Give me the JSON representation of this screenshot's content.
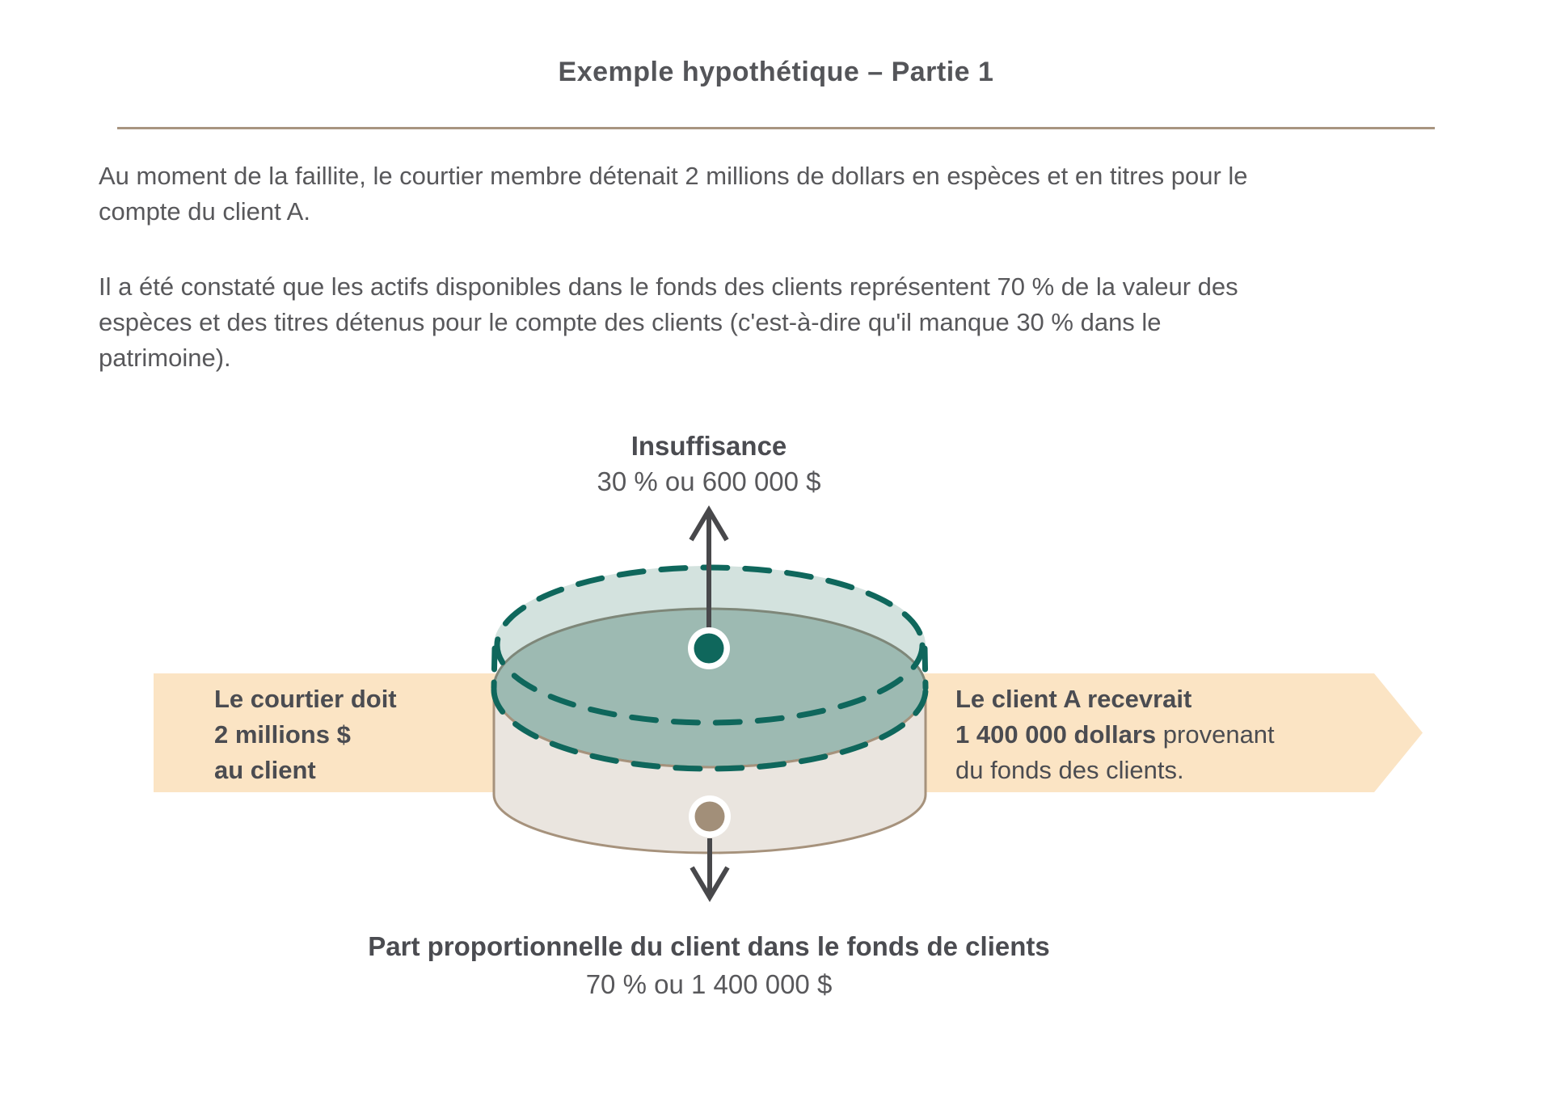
{
  "title": "Exemple hypothétique – Partie 1",
  "paragraphs": [
    "Au moment de la faillite, le courtier membre détenait 2 millions de dollars en espèces et en titres pour le compte du client A.",
    "Il a été constaté que les actifs disponibles dans le fonds des clients représentent 70 % de la valeur des espèces et des titres détenus pour le compte des clients (c'est-à-dire qu'il manque 30 % dans le patrimoine)."
  ],
  "diagram": {
    "top_label": {
      "title": "Insuffisance",
      "value": "30 % ou 600 000 $"
    },
    "left_band": {
      "lines": [
        "Le courtier doit",
        "2 millions $",
        "au client"
      ]
    },
    "right_band": {
      "line1_bold": "Le client A recevrait",
      "line2_bold": "1 400 000 dollars",
      "line2_regular": " provenant",
      "line3": "du fonds des clients."
    },
    "bottom_label": {
      "title": "Part proportionnelle du client dans le fonds de clients",
      "value": "70 % ou 1 400 000 $"
    },
    "colors": {
      "band_peach": "#fbe4c4",
      "pale_teal_fill": "#d3e2de",
      "teal_top_face": "#9dbab2",
      "dark_teal": "#0f675c",
      "olive_stroke": "#7e8779",
      "cylinder_gray": "#eae5df",
      "tan_stroke": "#a6927c",
      "taupe_dot": "#a28f79",
      "arrow_gray": "#48484b",
      "white": "#ffffff",
      "divider_tan": "#a89580"
    }
  }
}
